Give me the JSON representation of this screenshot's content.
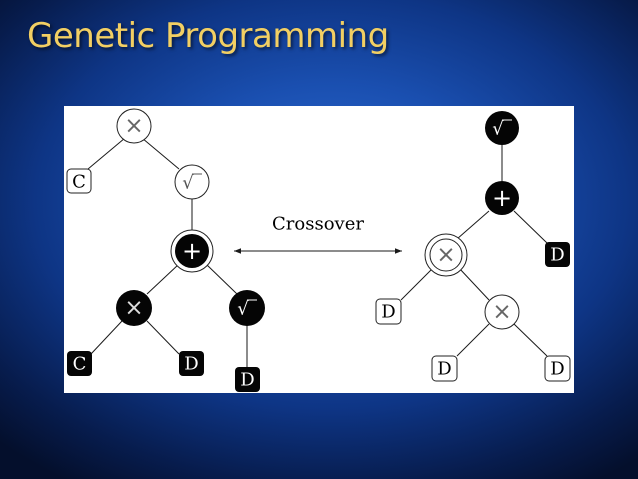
{
  "title": "Genetic Programming",
  "diagram": {
    "crossover_label": "Crossover",
    "symbols": {
      "times": "×",
      "plus": "+",
      "sqrt": "√"
    },
    "left_tree": {
      "root": {
        "op": "times",
        "fill": "white"
      },
      "leaf_c_top": "C",
      "sqrt_node": {
        "op": "sqrt",
        "fill": "white"
      },
      "plus_node": {
        "op": "plus",
        "fill": "black",
        "selected": true
      },
      "times_node": {
        "op": "times",
        "fill": "black"
      },
      "sqrt_black": {
        "op": "sqrt",
        "fill": "black"
      },
      "leaf_c_bottom": "C",
      "leaf_d_bottom": "D",
      "leaf_d_sqrt": "D"
    },
    "right_tree": {
      "root": {
        "op": "sqrt",
        "fill": "black"
      },
      "plus_node": {
        "op": "plus",
        "fill": "black"
      },
      "times_node": {
        "op": "times",
        "fill": "white",
        "selected": true
      },
      "leaf_d_right": "D",
      "leaf_d_left": "D",
      "times_small": {
        "op": "times",
        "fill": "white"
      },
      "leaf_d_bl": "D",
      "leaf_d_br": "D"
    }
  }
}
